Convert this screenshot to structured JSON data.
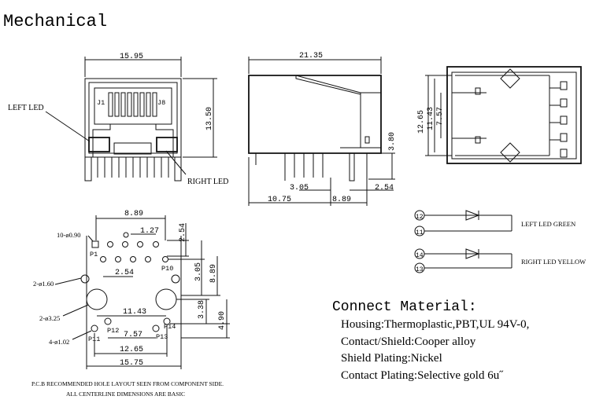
{
  "title": "Mechanical",
  "front_view": {
    "width": "15.95",
    "height": "13.50",
    "pin_first": "J1",
    "pin_last": "J8",
    "left_led": "LEFT LED",
    "right_led": "RIGHT LED"
  },
  "side_view": {
    "length": "21.35",
    "pin_height": "3.80",
    "d1": "3.05",
    "d2": "2.54",
    "d3": "10.75",
    "d4": "8.89"
  },
  "top_view": {
    "h1": "12.65",
    "h2": "11.43",
    "h3": "7.57"
  },
  "pcb": {
    "w_889": "8.89",
    "w_127": "1.27",
    "h_254a": "2.54",
    "hole_10": "10-ø0.90",
    "p1": "P1",
    "p10": "P10",
    "w_254b": "2.54",
    "h_305": "3.05",
    "h_889": "8.89",
    "hole_2_160": "2-ø1.60",
    "hole_2_325": "2-ø3.25",
    "w_1143": "11.43",
    "h_338": "3.38",
    "h_490": "4.90",
    "hole_4_102": "4-ø1.02",
    "p11": "P11",
    "p12": "P12",
    "p13": "P13",
    "p14": "P14",
    "w_757": "7.57",
    "w_1265": "12.65",
    "w_1575": "15.75",
    "note1": "P.C.B RECOMMENDED HOLE LAYOUT SEEN FROM COMPONENT SIDE.",
    "note2": "ALL CENTERLINE DIMENSIONS ARE BASIC"
  },
  "leds": {
    "left_pin_a": "12",
    "left_pin_k": "11",
    "left_label": "LEFT   LED GREEN",
    "right_pin_a": "14",
    "right_pin_k": "13",
    "right_label": "RIGHT   LED YELLOW"
  },
  "connect": {
    "heading": "Connect Material:",
    "housing": "Housing:Thermoplastic,PBT,UL 94V-0,",
    "contact": "Contact/Shield:Cooper alloy",
    "shield": "Shield Plating:Nickel",
    "plating": "Contact Plating:Selective gold 6u˝"
  }
}
